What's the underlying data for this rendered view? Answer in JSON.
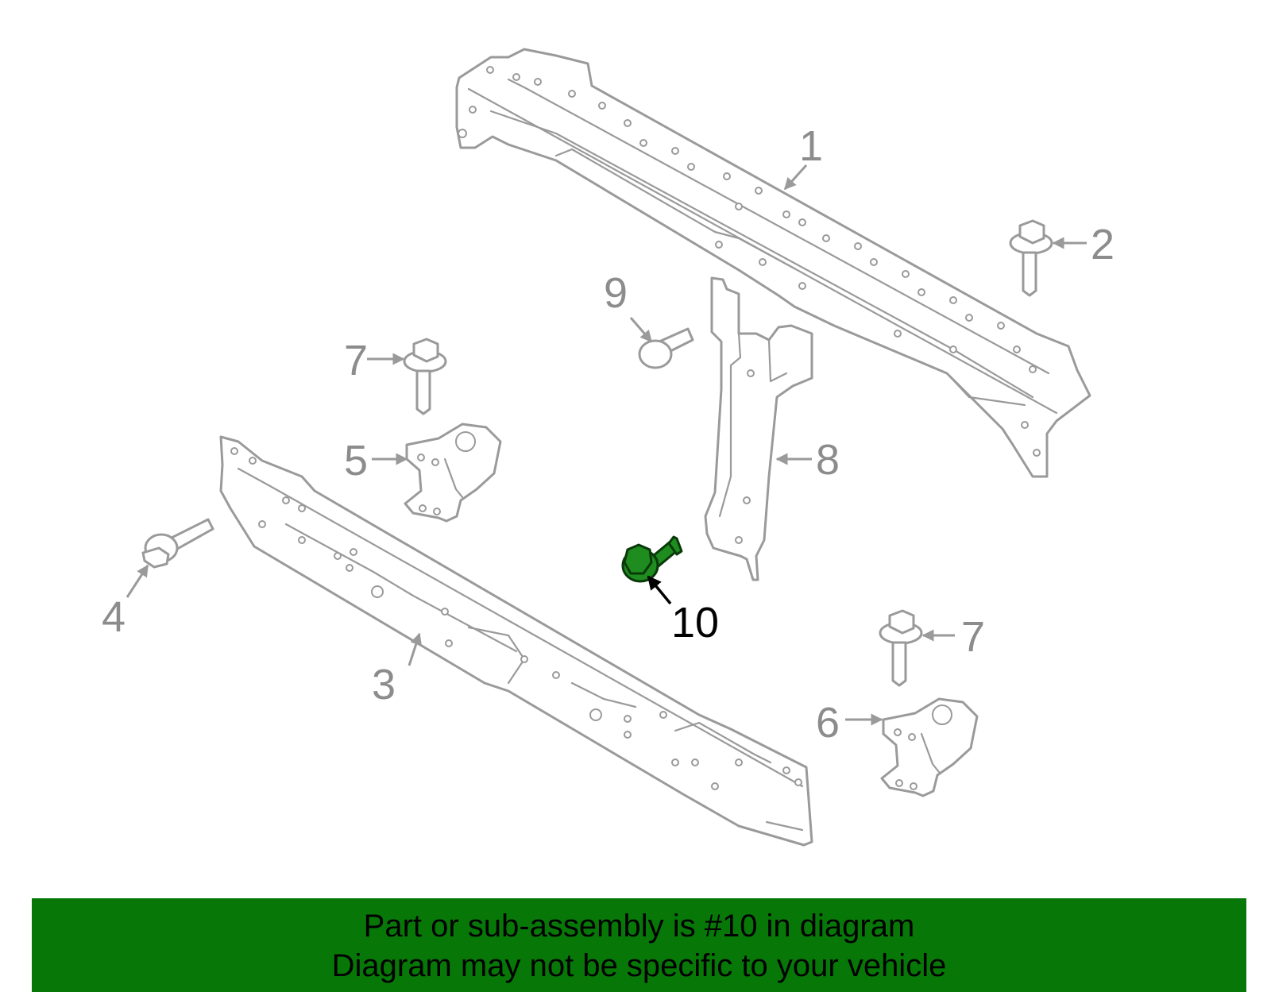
{
  "diagram": {
    "callouts": {
      "c1": "1",
      "c2": "2",
      "c3": "3",
      "c4": "4",
      "c5": "5",
      "c6": "6",
      "c7a": "7",
      "c7b": "7",
      "c8": "8",
      "c9": "9",
      "c10": "10"
    },
    "highlighted_part": "10",
    "colors": {
      "line_art": "#9a9a9a",
      "highlight_part": "#1e8c1e",
      "banner": "#077807",
      "highlight_text": "#000000"
    }
  },
  "footer": {
    "line1": "Part or sub-assembly is #10 in diagram",
    "line2": "Diagram may not be specific to your vehicle"
  }
}
